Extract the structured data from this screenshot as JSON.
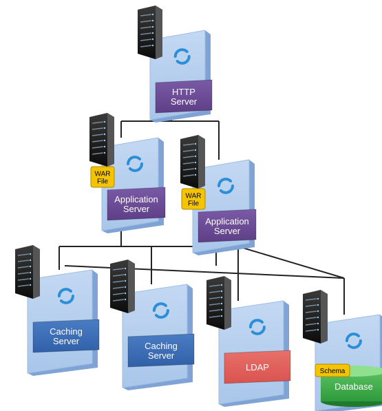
{
  "nodes": [
    {
      "id": "http",
      "label": "HTTP\nServer",
      "kind": "purple",
      "tag": null
    },
    {
      "id": "app1",
      "label": "Application\nServer",
      "kind": "purple",
      "tag": "WAR\nFile"
    },
    {
      "id": "app2",
      "label": "Application\nServer",
      "kind": "purple",
      "tag": "WAR\nFile"
    },
    {
      "id": "cache1",
      "label": "Caching\nServer",
      "kind": "blue",
      "tag": null
    },
    {
      "id": "cache2",
      "label": "Caching\nServer",
      "kind": "blue",
      "tag": null
    },
    {
      "id": "ldap",
      "label": "LDAP",
      "kind": "red",
      "tag": null
    },
    {
      "id": "db",
      "label": "Database",
      "kind": "green",
      "tag": "Schema"
    }
  ],
  "edges": [
    [
      "http",
      "app1"
    ],
    [
      "http",
      "app2"
    ],
    [
      "app1",
      "cache1"
    ],
    [
      "app1",
      "cache2"
    ],
    [
      "app1",
      "ldap"
    ],
    [
      "app1",
      "db"
    ],
    [
      "app2",
      "cache1"
    ],
    [
      "app2",
      "cache2"
    ],
    [
      "app2",
      "ldap"
    ],
    [
      "app2",
      "db"
    ]
  ],
  "colors": {
    "panel": "#a9c6ea",
    "panel_edge": "#7ea3d4",
    "purple": "#5e3f86",
    "blue": "#3060a8",
    "red": "#d9534f",
    "green": "#2e9a3b",
    "tag": "#f5c400",
    "connector": "#222222",
    "sync_icon": "#2a8fd6"
  }
}
